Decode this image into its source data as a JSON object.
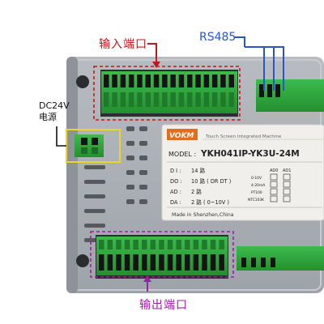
{
  "callouts": {
    "input_ports": "输入端口",
    "rs485": "RS485",
    "dc_power_line1": "DC24V",
    "dc_power_line2": "电源",
    "output_ports": "输出端口"
  },
  "label_plate": {
    "brand": "VOKM",
    "tagline": "Touch Screen Integrated Machine",
    "model_prefix": "MODEL :",
    "model": "YKH041IP-YK3U-24M",
    "specs": [
      {
        "key": "D I :",
        "value": "14 路"
      },
      {
        "key": "DO :",
        "value": "10 路 ( DR  DT )"
      },
      {
        "key": "AD :",
        "value": "2 路"
      },
      {
        "key": "DA :",
        "value": "2 路 ( 0~10V )"
      }
    ],
    "analog_headers": [
      "AD0",
      "AD1"
    ],
    "analog_ranges": [
      "0-10V",
      "4-20mA",
      "PT100",
      "NTC103K"
    ],
    "origin": "Made in Shenzhen,China"
  },
  "colors": {
    "input_callout": "#c0181c",
    "rs485_callout": "#2a55c8",
    "power_callout": "#e8d62a",
    "output_callout": "#9b1fa0",
    "terminal_green": "#2fa83f",
    "housing_gray": "#a9adb2"
  }
}
